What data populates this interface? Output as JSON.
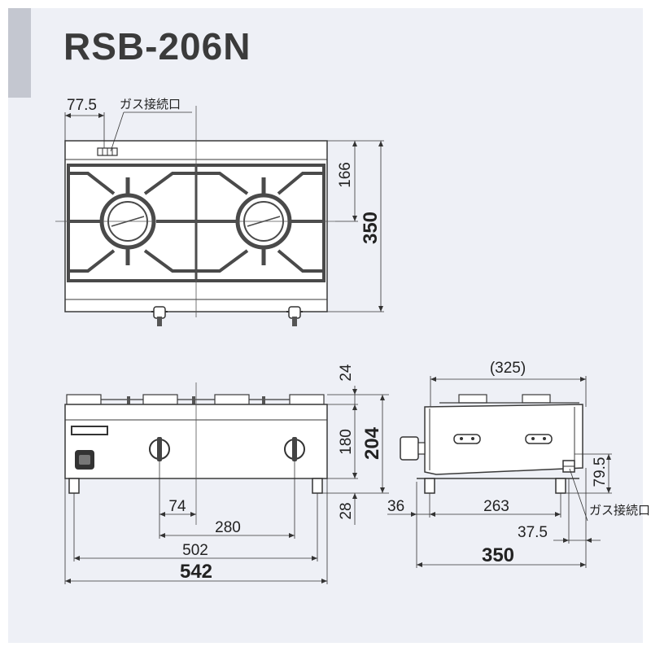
{
  "title": "RSB-206N",
  "colors": {
    "line": "#3a3a3a",
    "body": "#ffffff",
    "grate": "#4a4a4a",
    "panel": "#eef0f6"
  },
  "top_view": {
    "dim_gas_offset": "77.5",
    "gas_label": "ガス接続口",
    "dim_depth_to_center": "166",
    "dim_depth": "350"
  },
  "front_view": {
    "dim_top": "24",
    "dim_body": "180",
    "dim_total_height": "204",
    "dim_leg": "28",
    "dim_knob_offset": "74",
    "dim_knob_pitch": "280",
    "dim_leg_span": "502",
    "dim_width": "542"
  },
  "side_view": {
    "dim_overall_paren": "(325)",
    "dim_gas_height": "79.5",
    "gas_label": "ガス接続口",
    "dim_front_offset": "36",
    "dim_leg_span": "263",
    "dim_gas_rear": "37.5",
    "dim_depth": "350"
  }
}
